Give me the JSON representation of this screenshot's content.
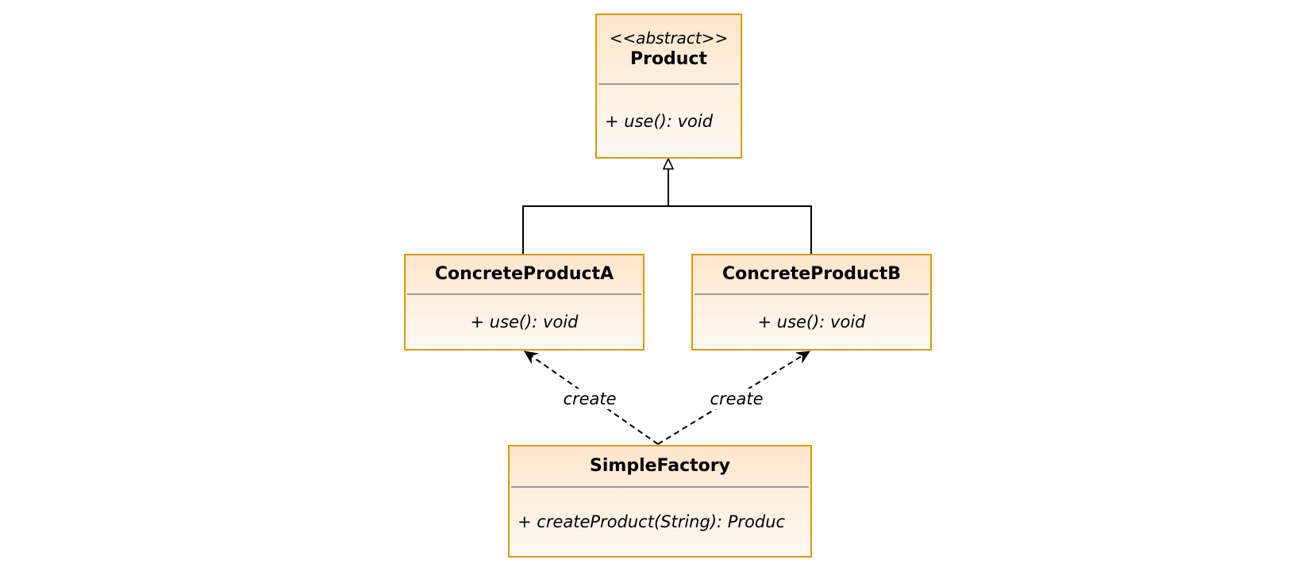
{
  "diagram": {
    "product": {
      "stereotype": "<<abstract>>",
      "name": "Product",
      "method": "+ use(): void"
    },
    "concrete_a": {
      "name": "ConcreteProductA",
      "method": "+ use(): void"
    },
    "concrete_b": {
      "name": "ConcreteProductB",
      "method": "+ use(): void"
    },
    "factory": {
      "name": "SimpleFactory",
      "method": "+ createProduct(String): Produc"
    },
    "edges": {
      "create_a_label": "create",
      "create_b_label": "create"
    },
    "colors": {
      "box_border": "#d79b00",
      "box_fill_top": "#ffe6cc",
      "box_fill_bottom": "#fffaf4",
      "divider": "#9a9a9a",
      "line": "#000000"
    }
  }
}
